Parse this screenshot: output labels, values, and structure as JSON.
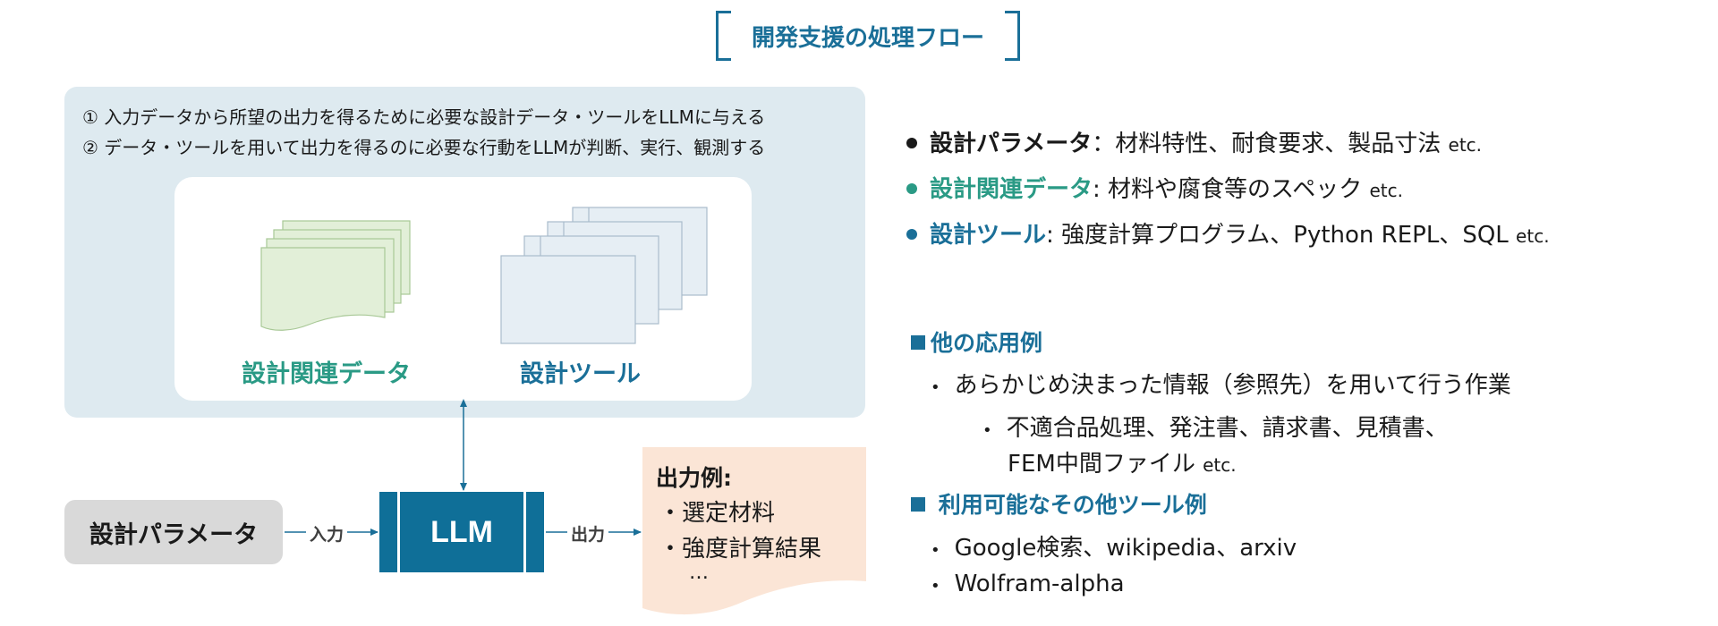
{
  "title": "開発支援の処理フロー",
  "panel": {
    "line1": "① 入力データから所望の出力を得るために必要な設計データ・ツールをLLMに与える",
    "line2": "② データ・ツールを用いて出力を得るのに必要な行動をLLMが判断、実行、観測する",
    "data_label": "設計関連データ",
    "tool_label": "設計ツール"
  },
  "flow": {
    "param_label": "設計パラメータ",
    "input_label": "入力",
    "llm_label": "LLM",
    "output_label": "出力",
    "output_title": "出力例:",
    "output_items": [
      "・選定材料",
      "・強度計算結果",
      "…"
    ]
  },
  "bullets": [
    {
      "term": "設計パラメータ",
      "sep": "：",
      "desc": "材料特性、耐食要求、製品寸法",
      "etc": "etc.",
      "color": "#1a1a1a"
    },
    {
      "term": "設計関連データ",
      "sep": ":",
      "desc": "材料や腐食等のスペック",
      "etc": "etc.",
      "color": "#2a9a85"
    },
    {
      "term": "設計ツール",
      "sep": ":",
      "desc": "強度計算プログラム、Python REPL、SQL",
      "etc": "etc.",
      "color": "#1a6f98"
    }
  ],
  "other_apps": {
    "heading": "他の応用例",
    "item1": "あらかじめ決まった情報（参照先）を用いて行う作業",
    "sub_line1": "不適合品処理、発注書、請求書、見積書、",
    "sub_line2": "FEM中間ファイル",
    "sub_etc": "etc."
  },
  "other_tools": {
    "heading": "利用可能なその他ツール例",
    "item1": "Google検索、wikipedia、arxiv",
    "item2": "Wolfram-alpha"
  },
  "colors": {
    "accent_blue": "#1a6f98",
    "accent_green": "#2a9a85",
    "panel_bg": "#deeaf0",
    "llm_bg": "#0f6f98",
    "output_bg": "#fbe5d6"
  }
}
